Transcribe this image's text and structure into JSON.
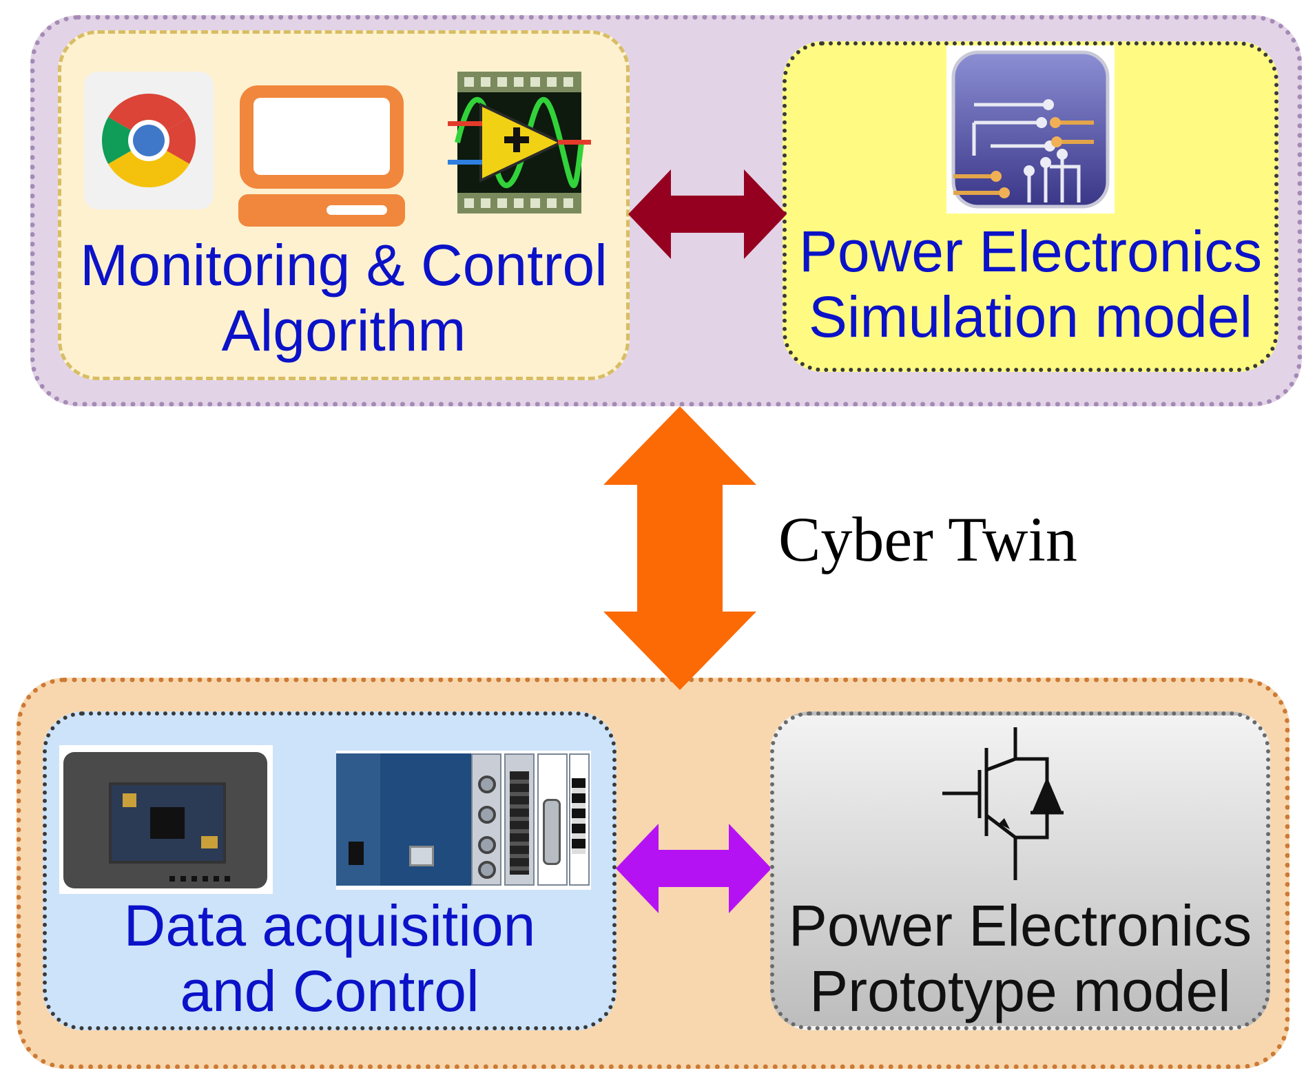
{
  "diagram": {
    "cyber_group": {
      "monitoring_box": {
        "label_line1": "Monitoring & Control",
        "label_line2": "Algorithm",
        "icons": [
          "chrome-browser-icon",
          "computer-icon",
          "labview-icon"
        ]
      },
      "simulation_box": {
        "label_line1": "Power Electronics",
        "label_line2": "Simulation model",
        "icons": [
          "circuit-simulator-icon"
        ]
      }
    },
    "cyber_twin_label": "Cyber Twin",
    "physical_group": {
      "daq_box": {
        "label_line1": "Data acquisition",
        "label_line2": "and Control",
        "icons": [
          "myrio-device-photo",
          "compactrio-chassis-photo"
        ]
      },
      "prototype_box": {
        "label_line1": "Power Electronics",
        "label_line2": "Prototype model",
        "icons": [
          "igbt-diode-symbol"
        ]
      }
    },
    "colors": {
      "cyber_group_fill": "#e2d3e7",
      "physical_group_fill": "#f8d7ae",
      "monitor_box_fill": "#fdf1cf",
      "sim_box_fill": "#fffb82",
      "daq_box_fill": "#cce3fa",
      "proto_box_fill": "#d9d9d9",
      "label_blue": "#0b12c8",
      "arrow_top": "#960020",
      "arrow_vertical": "#fb6a05",
      "arrow_bottom": "#b512f4"
    }
  }
}
